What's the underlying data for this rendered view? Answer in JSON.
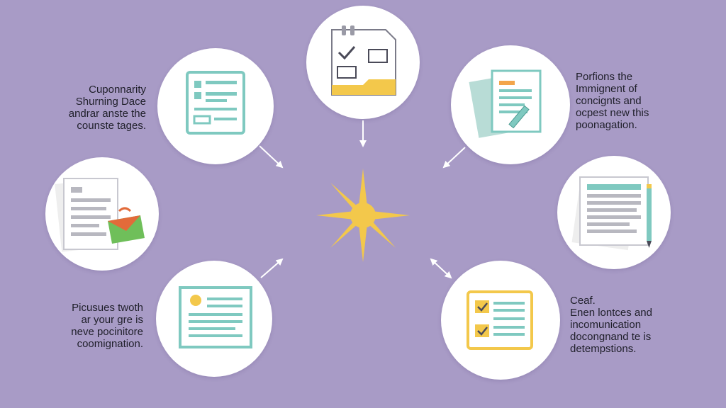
{
  "colors": {
    "background": "#a89bc6",
    "node_fill": "#ffffff",
    "teal": "#7fc9c0",
    "yellow": "#f3c84b",
    "gray": "#b8b8c0",
    "text": "#1f1f2a",
    "arrow": "#ffffff"
  },
  "center": {
    "icon": "sun-icon"
  },
  "nodes": [
    {
      "id": "top",
      "icon": "calendar-checklist-icon"
    },
    {
      "id": "upper-left",
      "icon": "form-document-icon"
    },
    {
      "id": "upper-right",
      "icon": "documents-pencil-icon"
    },
    {
      "id": "middle-left",
      "icon": "document-envelope-icon"
    },
    {
      "id": "middle-right",
      "icon": "document-pencil-icon"
    },
    {
      "id": "lower-left",
      "icon": "photo-document-icon"
    },
    {
      "id": "lower-right",
      "icon": "checklist-icon"
    }
  ],
  "captions": {
    "upper_left": [
      "Cuponnarity",
      "Shurning Dace",
      "andrar anste the",
      "counste tages."
    ],
    "upper_right": [
      "Porfions the",
      "Immignent of",
      "concignts and",
      "ocpest new this",
      "poonagation."
    ],
    "lower_left": [
      "Picusues twoth",
      "ar your gre is",
      "neve pocinitore",
      "coomignation."
    ],
    "lower_right": [
      "Ceaf.",
      "Enen lontces and",
      "incomunication",
      "docongnand te is",
      "detempstions."
    ]
  }
}
